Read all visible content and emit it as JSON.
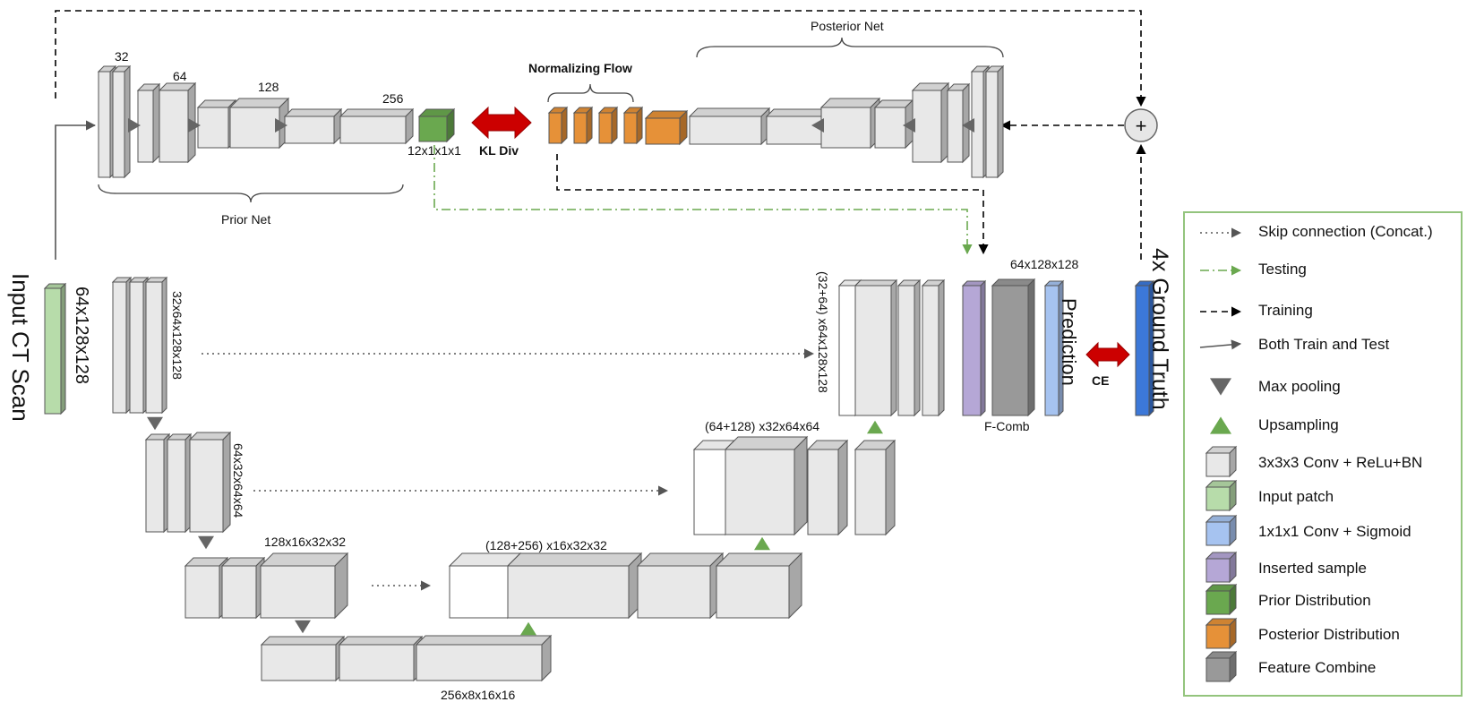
{
  "title": "Probabilistic U-Net with Prior/Posterior Nets and Normalizing Flow",
  "colors": {
    "conv": "#e8e8e8",
    "conv_side": "#b8b8b8",
    "conv_top": "#d2d2d2",
    "input_patch": "#b7dcaa",
    "sigmoid": "#a6c3f0",
    "inserted_sample": "#b5a7d6",
    "prior": "#6aa84f",
    "posterior": "#e69138",
    "feature_combine": "#999999",
    "ground_truth": "#3c78d8",
    "kl_arrow": "#cc0000",
    "legend_border": "#93c47d",
    "testing_line": "#6aa84f",
    "edge": "#555555"
  },
  "prior_net": {
    "label": "Prior Net",
    "channel_labels": [
      "32",
      "64",
      "128",
      "256"
    ],
    "output_label": "12x1x1x1"
  },
  "kl_div_label": "KL Div",
  "normalizing_flow_label": "Normalizing Flow",
  "posterior_net_label": "Posterior Net",
  "input": {
    "title": "Input CT Scan",
    "size": "64x128x128"
  },
  "encoder": {
    "level1": "32x64x128x128",
    "level2": "64x32x64x64",
    "level3": "128x16x32x32",
    "bottleneck": "256x8x16x16"
  },
  "decoder": {
    "level3": "(128+256) x16x32x32",
    "level2": "(64+128) x32x64x64",
    "level1": "(32+64) x64x128x128"
  },
  "fcomb": {
    "label": "F-Comb",
    "size": "64x128x128"
  },
  "prediction_label": "Prediction",
  "ce_label": "CE",
  "ground_truth_label": "4x Ground Truth",
  "plus_symbol": "+",
  "legend": {
    "items": [
      {
        "label": "Skip connection (Concat.)",
        "icon": "dotted-arrow-icon"
      },
      {
        "label": "Testing",
        "icon": "dashdot-arrow-icon"
      },
      {
        "label": "Training",
        "icon": "dashed-arrow-icon"
      },
      {
        "label": "Both Train and Test",
        "icon": "solid-arrow-icon"
      },
      {
        "label": "Max pooling",
        "icon": "down-triangle-icon"
      },
      {
        "label": "Upsampling",
        "icon": "up-triangle-icon"
      },
      {
        "label": "3x3x3 Conv + ReLu+BN",
        "icon": "gray-cube-icon"
      },
      {
        "label": "Input patch",
        "icon": "light-green-cube-icon"
      },
      {
        "label": "1x1x1 Conv + Sigmoid",
        "icon": "light-blue-cube-icon"
      },
      {
        "label": "Inserted sample",
        "icon": "purple-cube-icon"
      },
      {
        "label": "Prior Distribution",
        "icon": "green-cube-icon"
      },
      {
        "label": "Posterior Distribution",
        "icon": "orange-cube-icon"
      },
      {
        "label": "Feature Combine",
        "icon": "dark-gray-cube-icon"
      }
    ]
  }
}
